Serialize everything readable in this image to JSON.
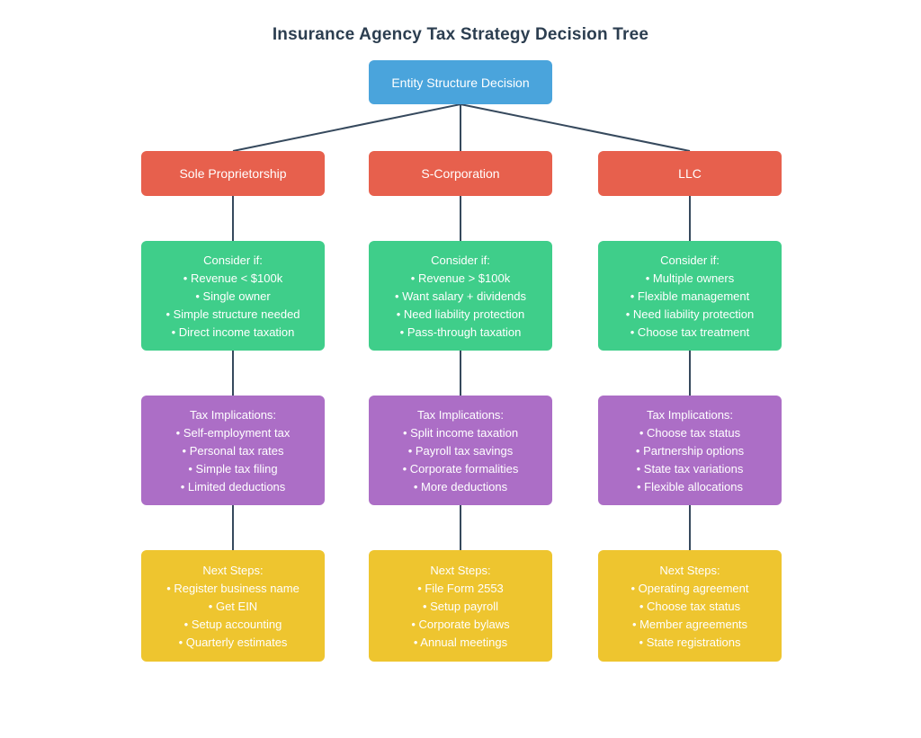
{
  "title": "Insurance Agency Tax Strategy Decision Tree",
  "root": {
    "label": "Entity Structure Decision"
  },
  "colors": {
    "title_text": "#2c3e50",
    "root_bg": "#4aa4dc",
    "entity_bg": "#e7604d",
    "consider_bg": "#3fce8a",
    "tax_bg": "#ac6ec6",
    "next_bg": "#eec52f",
    "node_text": "#ffffff",
    "connector": "#36495d"
  },
  "columns": [
    {
      "entity": "Sole Proprietorship",
      "consider": {
        "heading": "Consider if:",
        "items": [
          "• Revenue < $100k",
          "• Single owner",
          "• Simple structure needed",
          "• Direct income taxation"
        ]
      },
      "tax": {
        "heading": "Tax Implications:",
        "items": [
          "• Self-employment tax",
          "• Personal tax rates",
          "• Simple tax filing",
          "• Limited deductions"
        ]
      },
      "next": {
        "heading": "Next Steps:",
        "items": [
          "• Register business name",
          "• Get EIN",
          "• Setup accounting",
          "• Quarterly estimates"
        ]
      }
    },
    {
      "entity": "S-Corporation",
      "consider": {
        "heading": "Consider if:",
        "items": [
          "• Revenue > $100k",
          "• Want salary + dividends",
          "• Need liability protection",
          "• Pass-through taxation"
        ]
      },
      "tax": {
        "heading": "Tax Implications:",
        "items": [
          "• Split income taxation",
          "• Payroll tax savings",
          "• Corporate formalities",
          "• More deductions"
        ]
      },
      "next": {
        "heading": "Next Steps:",
        "items": [
          "• File Form 2553",
          "• Setup payroll",
          "• Corporate bylaws",
          "• Annual meetings"
        ]
      }
    },
    {
      "entity": "LLC",
      "consider": {
        "heading": "Consider if:",
        "items": [
          "• Multiple owners",
          "• Flexible management",
          "• Need liability protection",
          "• Choose tax treatment"
        ]
      },
      "tax": {
        "heading": "Tax Implications:",
        "items": [
          "• Choose tax status",
          "• Partnership options",
          "• State tax variations",
          "• Flexible allocations"
        ]
      },
      "next": {
        "heading": "Next Steps:",
        "items": [
          "• Operating agreement",
          "• Choose tax status",
          "• Member agreements",
          "• State registrations"
        ]
      }
    }
  ]
}
